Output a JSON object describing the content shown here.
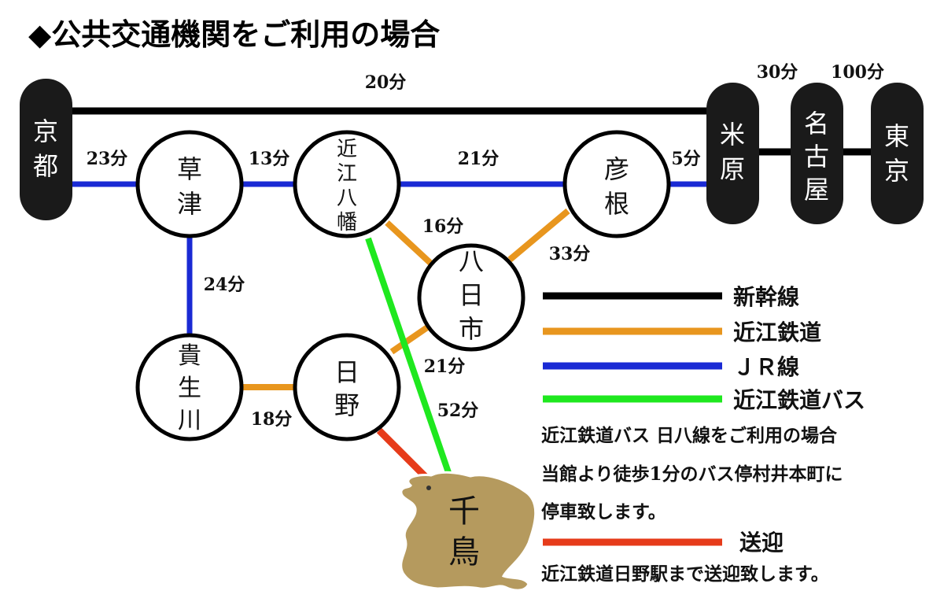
{
  "title": "◆公共交通機関をご利用の場合",
  "colors": {
    "shinkansen": "#000000",
    "ohmi_railway": "#e8961e",
    "jr_line": "#1a2ad4",
    "ohmi_bus": "#1fe81f",
    "pickup": "#e63b1a",
    "destination": "#b59a5e"
  },
  "terminals": {
    "kyoto": "京都",
    "maibara": "米原",
    "nagoya": "名古屋",
    "tokyo": "東京"
  },
  "stations": {
    "kusatsu": "草津",
    "omihachiman": "近江八幡",
    "hikone": "彦根",
    "yokaichi": "八日市",
    "kibukawa": "貴生川",
    "hino": "日野"
  },
  "destination": "千鳥",
  "times": {
    "kyoto_maibara": "20分",
    "maibara_nagoya": "30分",
    "nagoya_tokyo": "100分",
    "kyoto_kusatsu": "23分",
    "kusatsu_omihachiman": "13分",
    "omihachiman_hikone": "21分",
    "hikone_maibara": "5分",
    "omihachiman_yokaichi": "16分",
    "hikone_yokaichi": "33分",
    "kusatsu_kibukawa": "24分",
    "kibukawa_hino": "18分",
    "hino_yokaichi": "21分",
    "bus": "52分"
  },
  "legend": {
    "shinkansen": "新幹線",
    "ohmi_railway": "近江鉄道",
    "jr_line": "ＪＲ線",
    "ohmi_bus": "近江鉄道バス",
    "pickup": "送迎"
  },
  "notes": {
    "bus_line1": "近江鉄道バス 日八線をご利用の場合",
    "bus_line2": "当館より徒歩1分のバス停村井本町に",
    "bus_line3": "停車致します。",
    "pickup_line1": "近江鉄道日野駅まで送迎致します。"
  }
}
